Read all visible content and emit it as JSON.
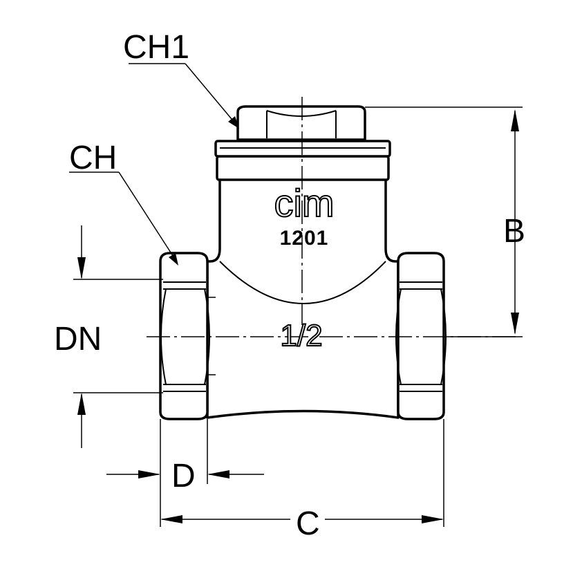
{
  "labels": {
    "ch1": "CH1",
    "ch": "CH",
    "b": "B",
    "dn": "DN",
    "d": "D",
    "c": "C"
  },
  "body_marks": {
    "brand": "cim",
    "model": "1201",
    "size": "1/2"
  }
}
